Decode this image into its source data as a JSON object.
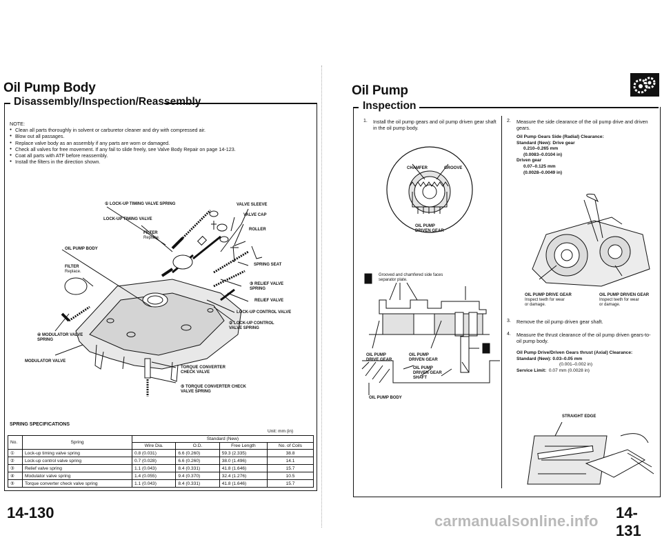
{
  "left": {
    "title": "Oil Pump Body",
    "section": "Disassembly/Inspection/Reassembly",
    "note_title": "NOTE:",
    "notes": [
      "Clean all parts thoroughly in solvent or carburetor cleaner and dry with compressed air.",
      "Blow out all passages.",
      "Replace valve body as an assembly if any parts are worn or damaged.",
      "Check all valves for free movement. If any fail to slide freely, see Valve Body Repair on page 14-123.",
      "Coat all parts with ATF before reassembly.",
      "Install the filters in the direction shown."
    ],
    "diagram_labels": {
      "lockup_timing_spring": "① LOCK-UP TIMING VALVE SPRING",
      "valve_sleeve": "VALVE SLEEVE",
      "valve_cap": "VALVE CAP",
      "lockup_timing_valve": "LOCK-UP TIMING VALVE",
      "filter_top": "FILTER",
      "filter_top_sub": "Replace.",
      "roller": "ROLLER",
      "oil_pump_body": "OIL PUMP BODY",
      "spring_seat": "SPRING SEAT",
      "filter_left": "FILTER",
      "filter_left_sub": "Replace.",
      "relief_spring": "③ RELIEF VALVE SPRING",
      "relief_valve": "RELIEF VALVE",
      "lockup_control_valve": "LOCK-UP CONTROL VALVE",
      "lockup_control_spring": "② LOCK-UP CONTROL VALVE SPRING",
      "modulator_spring": "④ MODULATOR VALVE SPRING",
      "modulator_valve": "MODULATOR VALVE",
      "tc_check_valve": "TORQUE CONVERTER CHECK VALVE",
      "tc_check_spring": "⑤ TORQUE CONVERTER CHECK VALVE SPRING"
    },
    "spring_title": "SPRING SPECIFICATIONS",
    "unit": "Unit: mm (in)",
    "table": {
      "h_no": "No.",
      "h_spring": "Spring",
      "h_standard": "Standard (New)",
      "h_wire": "Wire Dia.",
      "h_od": "O.D.",
      "h_free": "Free Length",
      "h_coils": "No. of Coils",
      "rows": [
        {
          "no": "①",
          "spring": "Lock-up timing valve spring",
          "wire": "0.8 (0.031)",
          "od": "6.6 (0.260)",
          "free": "59.3 (2.335)",
          "coils": "38.8"
        },
        {
          "no": "②",
          "spring": "Lock-up control valve spring",
          "wire": "0.7 (0.028)",
          "od": "6.6 (0.260)",
          "free": "38.0 (1.496)",
          "coils": "14.1"
        },
        {
          "no": "③",
          "spring": "Relief valve spring",
          "wire": "1.1 (0.043)",
          "od": "8.4 (0.331)",
          "free": "41.8 (1.646)",
          "coils": "15.7"
        },
        {
          "no": "④",
          "spring": "Modulator valve spring",
          "wire": "1.4 (0.055)",
          "od": "9.4 (0.370)",
          "free": "32.4 (1.276)",
          "coils": "10.5"
        },
        {
          "no": "⑤",
          "spring": "Torque converter check valve spring",
          "wire": "1.1 (0.043)",
          "od": "8.4 (0.331)",
          "free": "41.8 (1.646)",
          "coils": "15.7"
        }
      ]
    },
    "page": "14-130"
  },
  "right": {
    "title": "Oil Pump",
    "section": "Inspection",
    "step1": "Install the oil pump gears and oil pump driven gear shaft in the oil pump body.",
    "gear_labels": {
      "chamfer": "CHAMFER",
      "groove": "GROOVE",
      "driven_gear": "OIL PUMP DRIVEN GEAR"
    },
    "section_labels": {
      "grooved_note": "Grooved and chamfered side faces separator plate.",
      "drive_gear": "OIL PUMP DRIVE GEAR",
      "driven_gear": "OIL PUMP DRIVEN GEAR",
      "shaft": "OIL PUMP DRIVEN GEAR SHAFT",
      "body": "OIL PUMP BODY"
    },
    "step2": "Measure the side clearance of the oil pump drive and driven gears.",
    "spec1": {
      "title": "Oil Pump Gears Side (Radial) Clearance:",
      "std": "Standard (New): Drive gear",
      "drive_mm": "0.210–0.265 mm",
      "drive_in": "(0.0083–0.0104 in)",
      "driven": "Driven gear",
      "driven_mm": "0.07–0.125 mm",
      "driven_in": "(0.0028–0.0049 in)"
    },
    "measure_labels": {
      "drive": "OIL PUMP DRIVE GEAR",
      "drive_sub": "Inspect teeth for wear or damage.",
      "driven": "OIL PUMP DRIVEN GEAR",
      "driven_sub": "Inspect teeth for wear or damage."
    },
    "step3": "Remove the oil pump driven gear shaft.",
    "step4": "Measure the thrust clearance of the oil pump driven gears-to-oil pump body.",
    "spec2": {
      "title": "Oil Pump Drive/Driven Gears thrust (Axial) Clearance:",
      "std_label": "Standard (New):",
      "std_mm": "0.03–0.05 mm",
      "std_in": "(0.001–0.002 in)",
      "svc_label": "Service Limit:",
      "svc_val": "0.07 mm (0.0028 in)"
    },
    "straight_edge": "STRAIGHT EDGE",
    "page": "14-131",
    "watermark": "carmanualsonline.info"
  }
}
